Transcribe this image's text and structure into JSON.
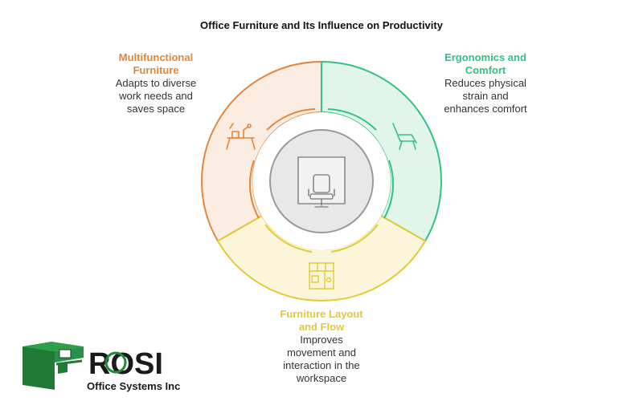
{
  "title": "Office Furniture and Its Influence on Productivity",
  "sections": [
    {
      "title_lines": [
        "Multifunctional",
        "Furniture"
      ],
      "desc_lines": [
        "Adapts to diverse",
        "work needs and",
        "saves space"
      ],
      "color": "#E3863C",
      "fill": "#FBEDE1",
      "icon": "desk-lamp-icon"
    },
    {
      "title_lines": [
        "Ergonomics and",
        "Comfort"
      ],
      "desc_lines": [
        "Reduces physical",
        "strain and",
        "enhances comfort"
      ],
      "color": "#33C186",
      "fill": "#E2F5EA",
      "icon": "lounge-chair-icon"
    },
    {
      "title_lines": [
        "Furniture Layout",
        "and Flow"
      ],
      "desc_lines": [
        "Improves",
        "movement and",
        "interaction in the",
        "workspace"
      ],
      "color": "#E2C93A",
      "fill": "#FBF6DA",
      "icon": "floor-plan-icon"
    }
  ],
  "center_icon": "office-chair-icon",
  "logo": {
    "name": "ROSI",
    "subtitle": "Office Systems Inc.",
    "color": "#1F8A3C"
  }
}
